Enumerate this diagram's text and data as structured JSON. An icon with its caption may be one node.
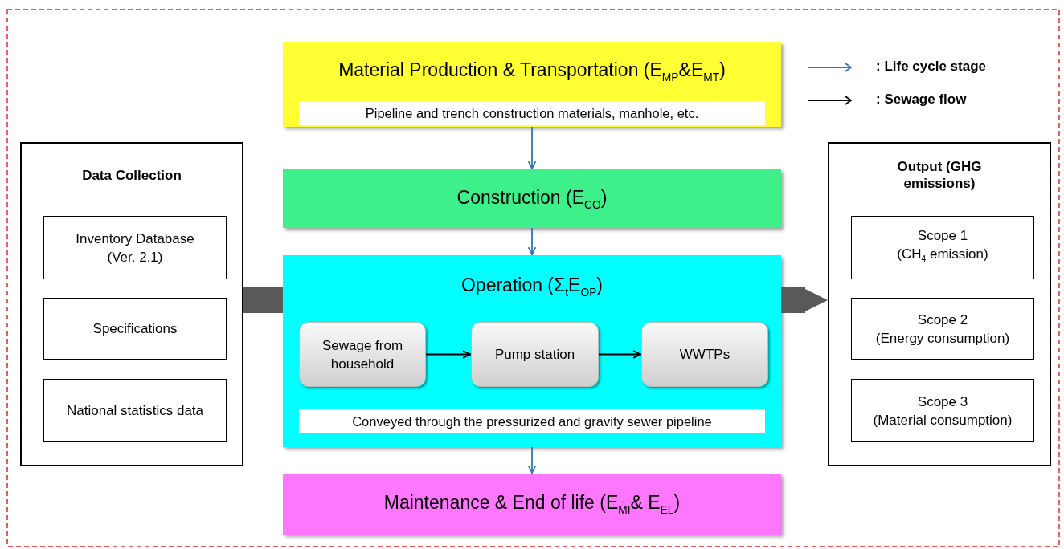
{
  "diagram": {
    "nodes": [
      {
        "text": [
          "Data Collection"
        ]
      },
      {
        "text": [
          "Inventory Database",
          "(Ver. 2.1)"
        ],
        "in": 0
      },
      {
        "text": [
          "Specifications"
        ],
        "in": 0
      },
      {
        "text": [
          "National statistics data"
        ],
        "in": 0
      },
      {
        "text": [
          "Material Production & Transportation (E$_{MP}$&E$_{MT}$)",
          "Pipeline and trench construction materials, manhole, etc."
        ]
      },
      {
        "text": [
          "Construction (E$_{CO}$)"
        ]
      },
      {
        "text": [
          "Operation (Σ$_{t}$E$_{OP}$)",
          "Conveyed through the pressurized and gravity sewer pipeline"
        ]
      },
      {
        "text": [
          "Sewage from household"
        ],
        "in": 6
      },
      {
        "text": [
          "Pump station"
        ],
        "in": 6
      },
      {
        "text": [
          "WWTPs"
        ],
        "in": 6
      },
      {
        "text": [
          "Maintenance & End of life (E$_{MI}$& E$_{EL}$)"
        ]
      },
      {
        "text": [
          "Output (GHG emissions)"
        ]
      },
      {
        "text": [
          "Scope 1",
          "(CH$_{4}$ emission)"
        ],
        "in": 11
      },
      {
        "text": [
          "Scope 2",
          "(Energy consumption)"
        ],
        "in": 11
      },
      {
        "text": [
          "Scope 3",
          "(Material consumption)"
        ],
        "in": 11
      }
    ],
    "edges": [
      {
        "from": 4,
        "to": 5,
        "arrow": "to"
      },
      {
        "from": 5,
        "to": 6,
        "arrow": "to"
      },
      {
        "from": 6,
        "to": 10,
        "arrow": "to"
      },
      {
        "from": 7,
        "to": 8,
        "arrow": "to",
        "color": "#000000"
      },
      {
        "from": 8,
        "to": 9,
        "arrow": "to",
        "color": "#000000"
      },
      {
        "from": 0,
        "to": 6,
        "arrow": "none",
        "style": "thick",
        "color": "#595959"
      },
      {
        "from": 6,
        "to": 11,
        "arrow": "to",
        "style": "thick",
        "color": "#595959"
      }
    ],
    "legend": [
      {
        "text": ": Life cycle stage"
      },
      {
        "text": ": Sewage flow"
      }
    ]
  }
}
